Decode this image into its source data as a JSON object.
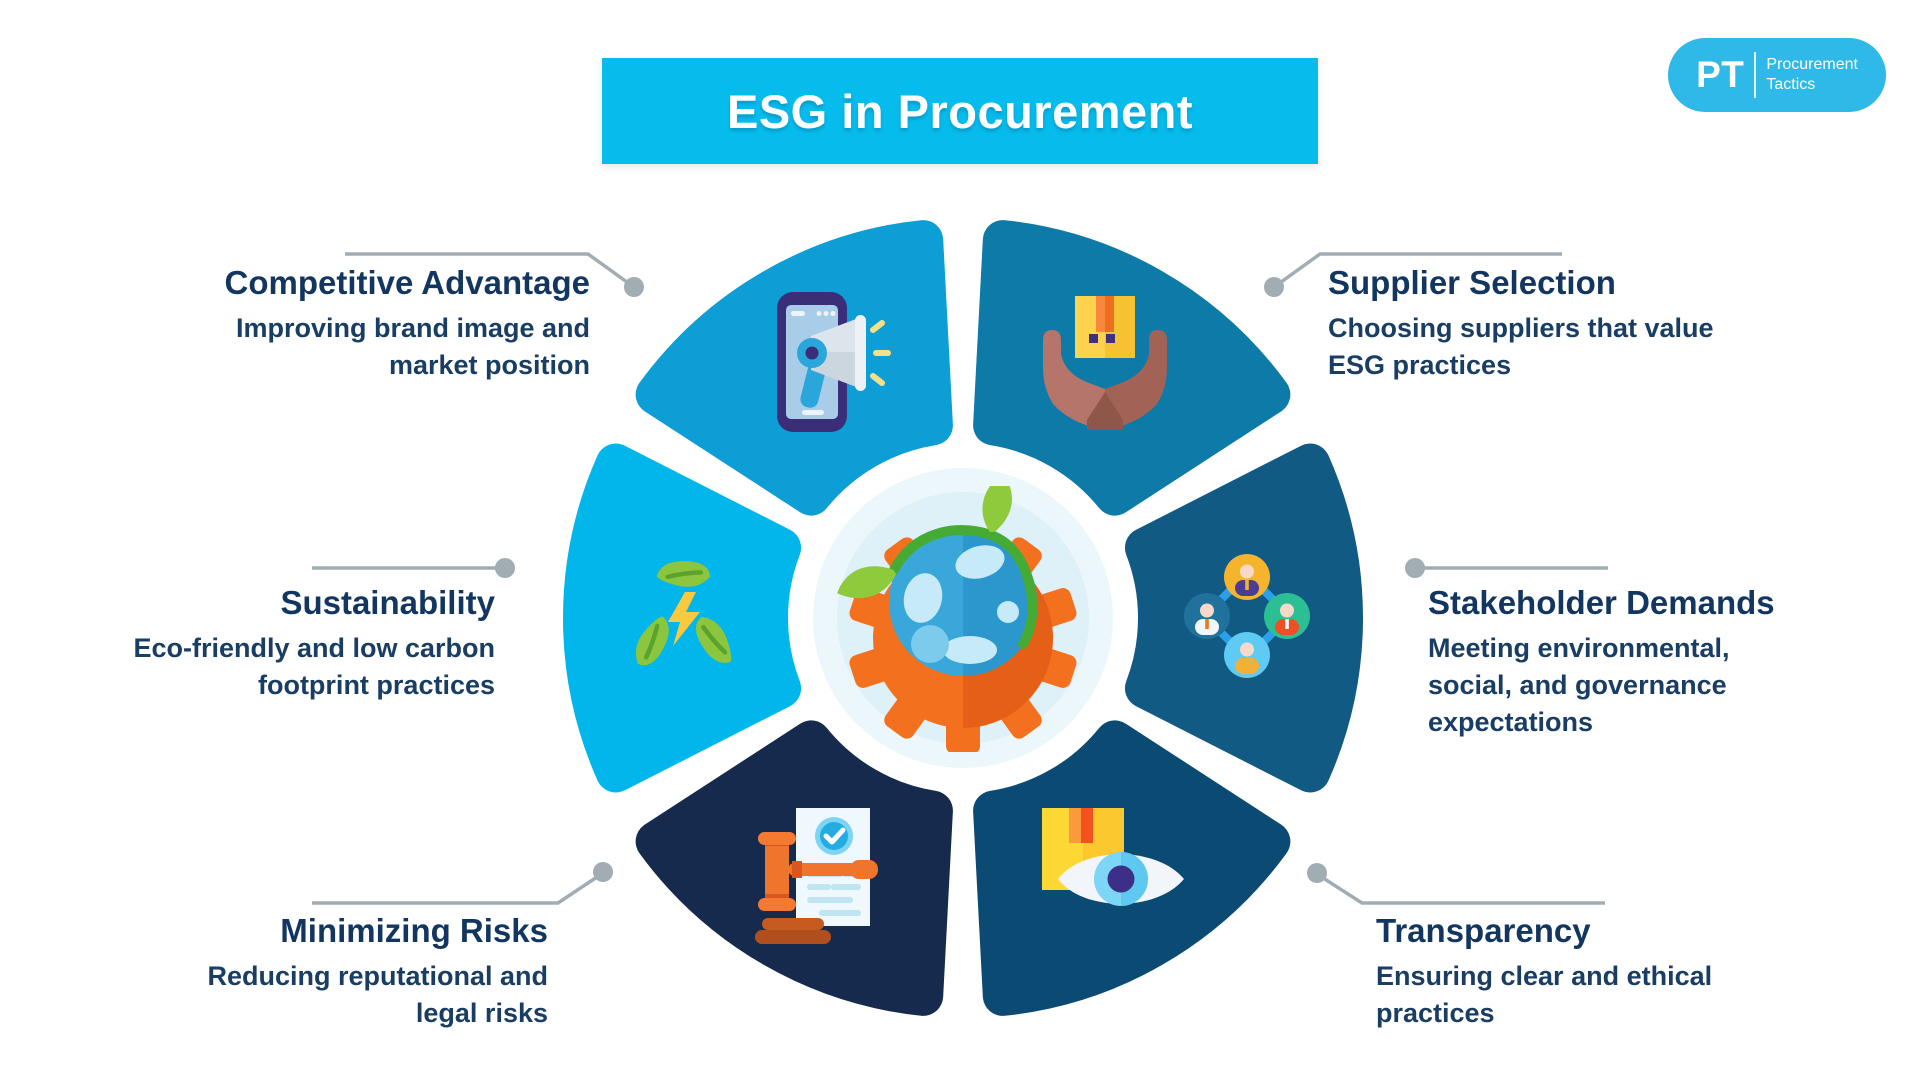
{
  "title": "ESG in Procurement",
  "logo": {
    "abbr": "PT",
    "line1": "Procurement",
    "line2": "Tactics"
  },
  "center_icon": "globe-gear-plant-icon",
  "colors": {
    "banner": "#06bcec",
    "logo_pill": "#2fb9e8",
    "heading_text": "#12365f",
    "body_text": "#1a3e63",
    "connector": "#a2adb3",
    "center_disc_outer": "#ecf7fb",
    "center_disc_inner": "#def0f8",
    "gear_orange": "#f3701f",
    "globe_blue": "#3aa7db",
    "vine_green": "#46ab35",
    "leaf_green": "#8fc93c"
  },
  "segments": [
    {
      "id": "competitive-advantage",
      "position": "top-left",
      "color": "#0c9ed4",
      "icon": "megaphone-phone-icon",
      "heading": "Competitive Advantage",
      "description_lines": [
        "Improving brand image and",
        "market position"
      ]
    },
    {
      "id": "supplier-selection",
      "position": "top-right",
      "color": "#0d7aa7",
      "icon": "hands-box-icon",
      "heading": "Supplier Selection",
      "description_lines": [
        "Choosing suppliers that value",
        "ESG practices"
      ]
    },
    {
      "id": "sustainability",
      "position": "left",
      "color": "#00b6ea",
      "icon": "leaves-recycle-icon",
      "heading": "Sustainability",
      "description_lines": [
        "Eco-friendly and low carbon",
        "footprint practices"
      ]
    },
    {
      "id": "stakeholder-demands",
      "position": "right",
      "color": "#115a83",
      "icon": "people-network-icon",
      "heading": "Stakeholder Demands",
      "description_lines": [
        "Meeting environmental,",
        "social, and governance",
        "expectations"
      ]
    },
    {
      "id": "minimizing-risks",
      "position": "bottom-left",
      "color": "#152a4c",
      "icon": "gavel-document-icon",
      "heading": "Minimizing Risks",
      "description_lines": [
        "Reducing reputational and",
        "legal risks"
      ]
    },
    {
      "id": "transparency",
      "position": "bottom-right",
      "color": "#0b4a72",
      "icon": "eye-box-icon",
      "heading": "Transparency",
      "description_lines": [
        "Ensuring clear and ethical",
        "practices"
      ]
    }
  ]
}
